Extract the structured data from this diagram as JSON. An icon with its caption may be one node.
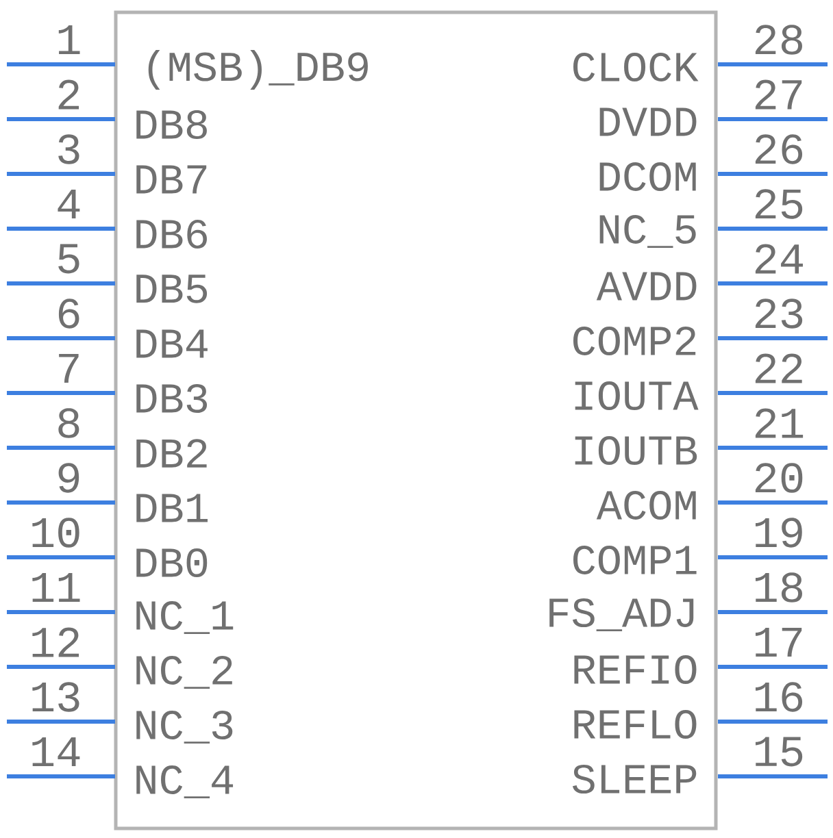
{
  "diagram": {
    "nodes": [
      {
        "text": [],
        "shape": "box"
      }
    ],
    "labels": [
      "1",
      "28",
      "(MSB)_DB9",
      "CLOCK",
      "2",
      "27",
      "DB8",
      "DVDD",
      "3",
      "26",
      "DB7",
      "DCOM",
      "4",
      "25",
      "DB6",
      "NC_5",
      "5",
      "24",
      "DB5",
      "AVDD",
      "6",
      "23",
      "DB4",
      "COMP2",
      "7",
      "22",
      "DB3",
      "IOUTA",
      "8",
      "21",
      "DB2",
      "IOUTB",
      "9",
      "20",
      "DB1",
      "ACOM",
      "10",
      "19",
      "DB0",
      "COMP1",
      "11",
      "18",
      "NC_1",
      "FS_ADJ",
      "12",
      "17",
      "NC_2",
      "REFIO",
      "13",
      "16",
      "NC_3",
      "REFLO",
      "14",
      "15",
      "NC_4",
      "SLEEP"
    ]
  }
}
